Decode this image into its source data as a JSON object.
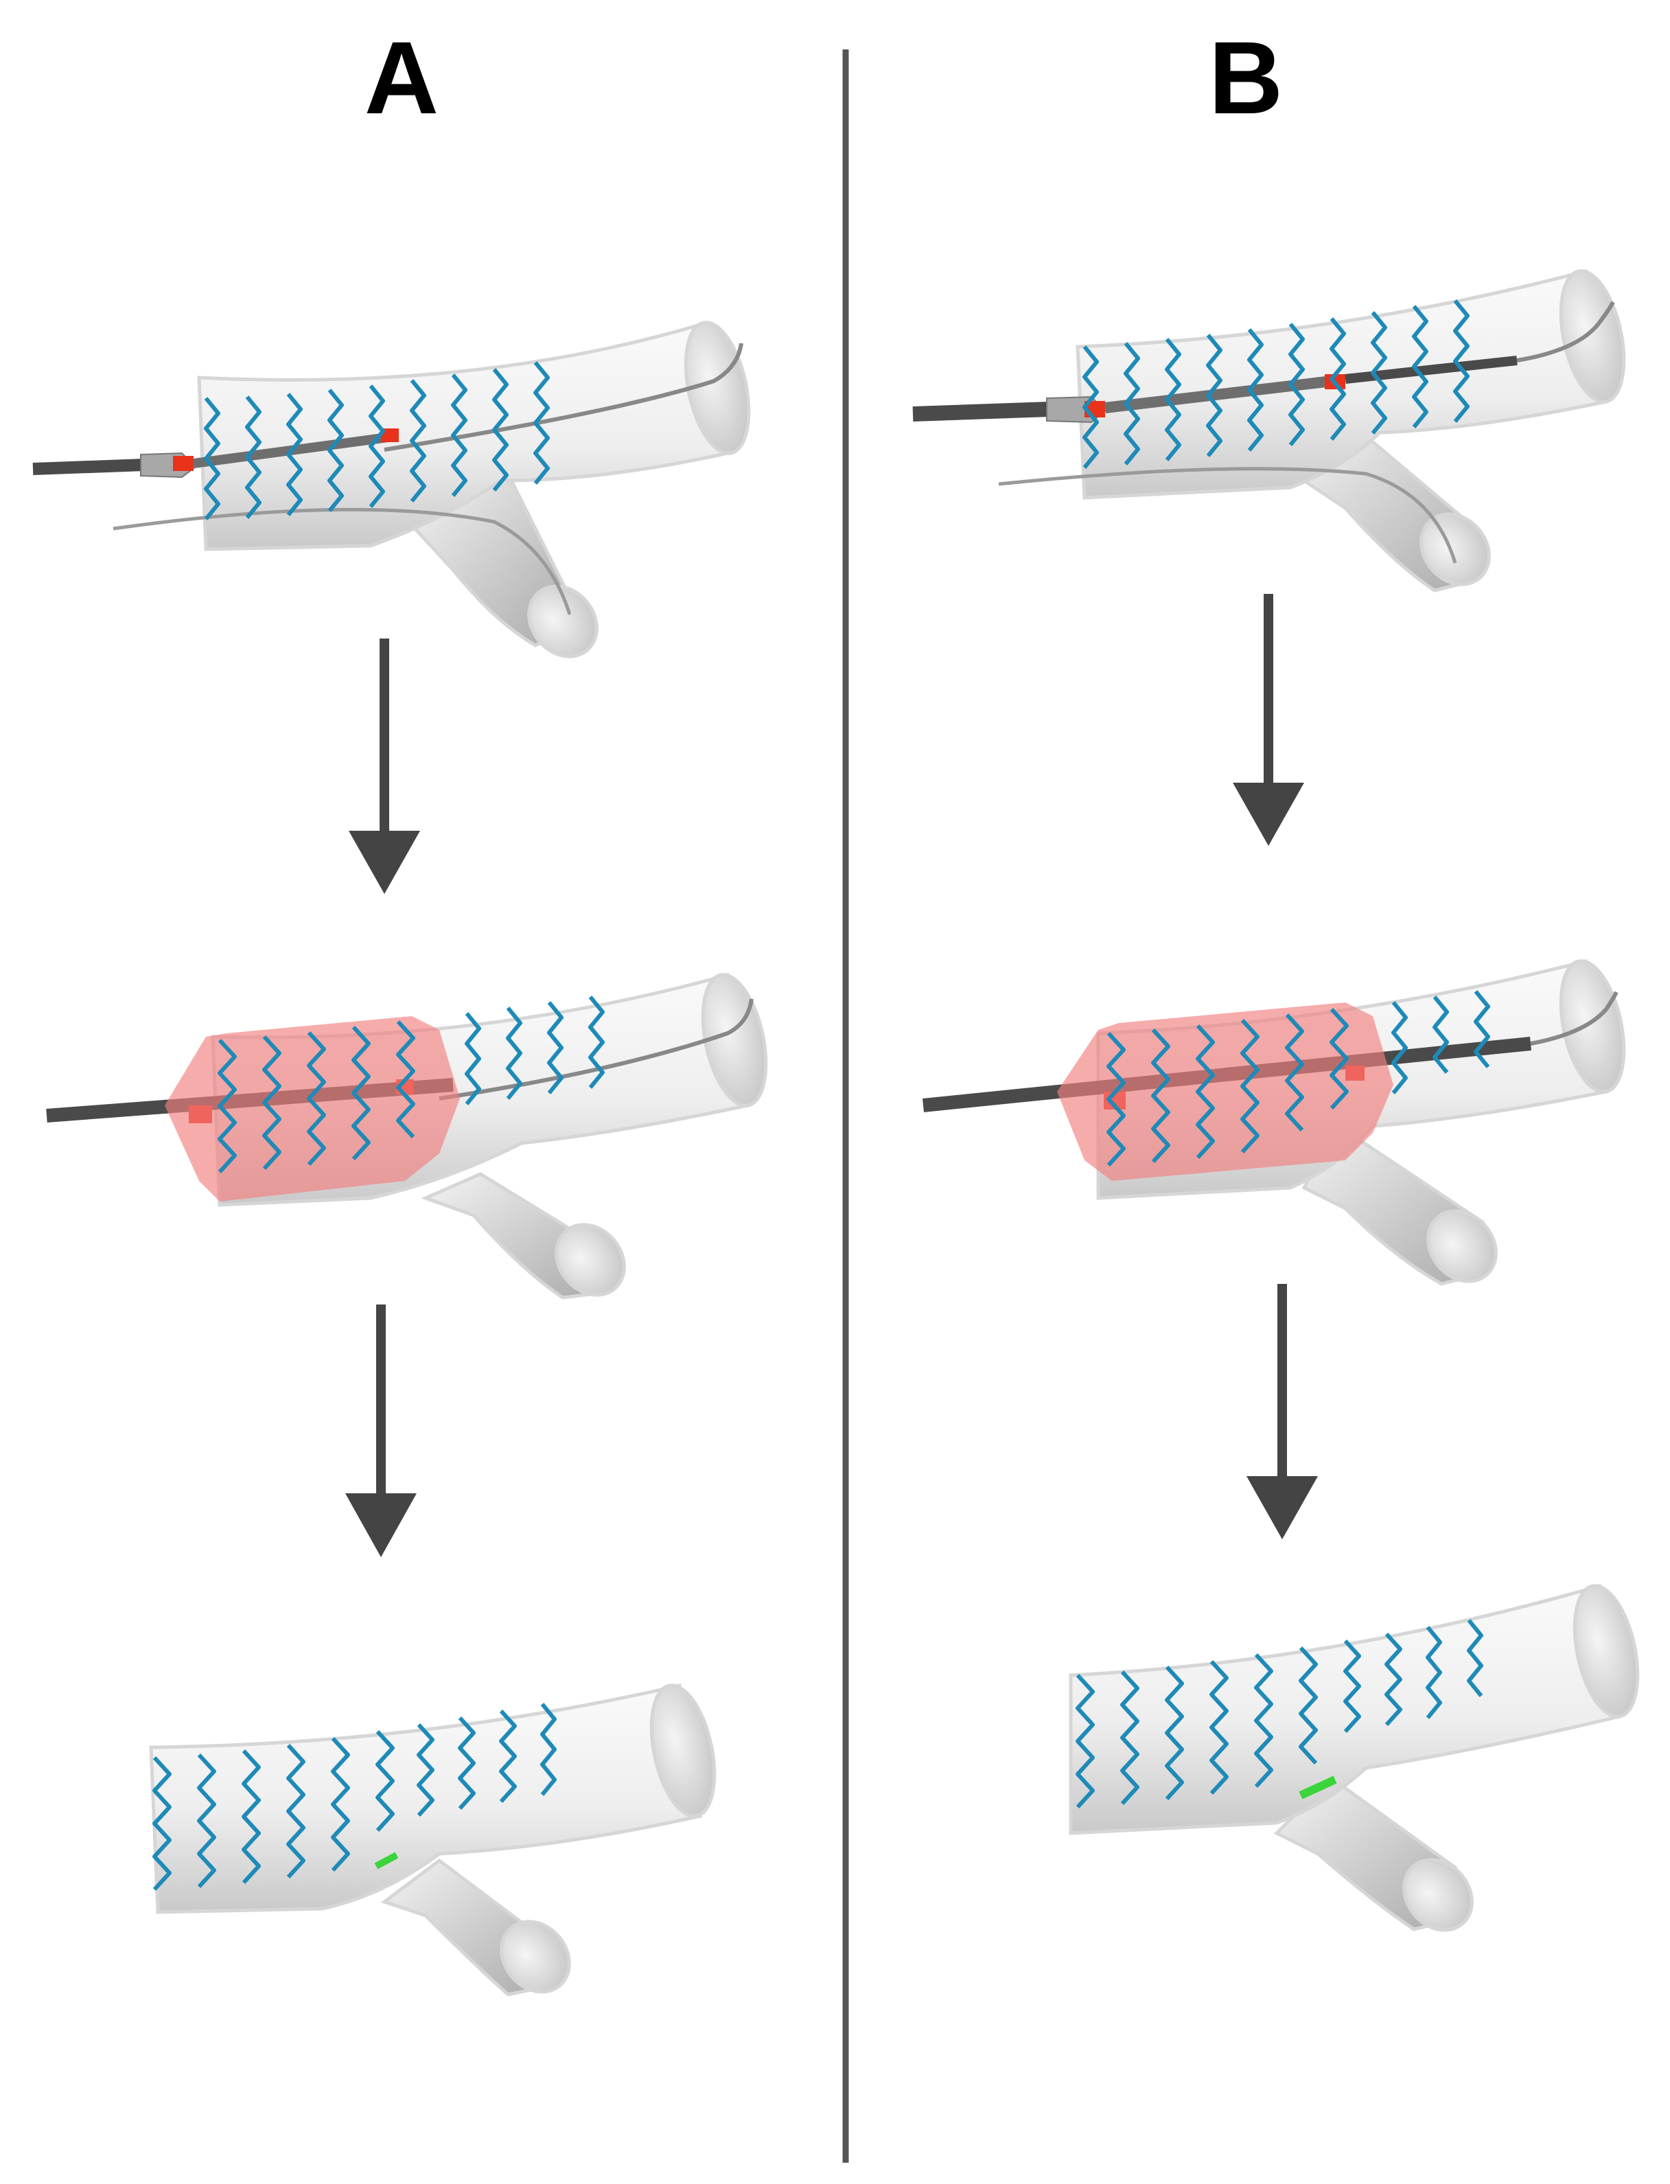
{
  "figure": {
    "panels": [
      {
        "id": "A",
        "label": "A"
      },
      {
        "id": "B",
        "label": "B"
      }
    ]
  },
  "colors": {
    "stent_struts": "#1e8ab8",
    "balloon": "#f28080",
    "marker": "#e8321c",
    "catheter": "#4a4a4a",
    "guidewire": "#8a8a8a",
    "vessel_wall": "#d4d4d4",
    "arrow": "#444444",
    "divider": "#555555",
    "strut_link": "#3bd43b"
  },
  "icons": [
    "down-arrow-icon",
    "balloon-catheter-icon",
    "guidewire-icon"
  ]
}
